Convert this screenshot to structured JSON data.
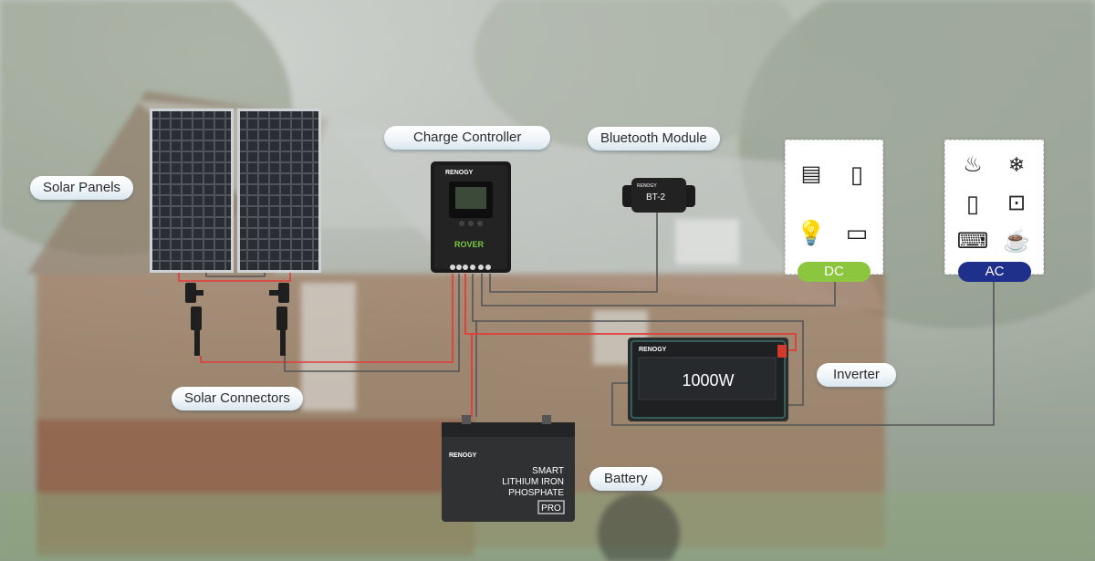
{
  "labels": {
    "solar_panels": "Solar Panels",
    "solar_connectors": "Solar Connectors",
    "charge_controller": "Charge Controller",
    "bluetooth_module": "Bluetooth Module",
    "inverter": "Inverter",
    "battery": "Battery"
  },
  "load_groups": {
    "dc": "DC",
    "ac": "AC"
  },
  "device_text": {
    "controller_brand": "RENOGY",
    "controller_model": "ROVER",
    "bt_brand": "RENOGY",
    "bt_model": "BT-2",
    "inverter_brand": "RENOGY",
    "inverter_rating": "1000W",
    "battery_brand": "RENOGY",
    "battery_line1": "SMART",
    "battery_line2": "LITHIUM IRON",
    "battery_line3": "PHOSPHATE",
    "battery_badge": "PRO"
  },
  "colors": {
    "dc_pill": "#8cc63f",
    "ac_pill": "#1f2f8c",
    "wire_red": "#e23a3a",
    "wire_dark": "#4a4a4a"
  },
  "icons": {
    "dc": [
      "microwave-icon",
      "fridge-icon",
      "light-bulb-icon",
      "tv-icon"
    ],
    "ac": [
      "kettle-icon",
      "air-conditioner-icon",
      "phone-icon",
      "washing-machine-icon",
      "laptop-icon",
      "coffee-maker-icon"
    ]
  }
}
